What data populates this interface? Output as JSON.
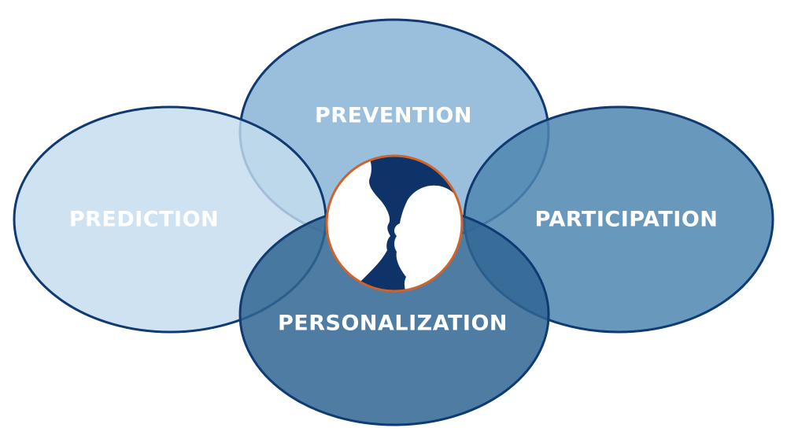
{
  "diagram": {
    "labels": {
      "prevention": "PREVENTION",
      "prediction": "PREDICTION",
      "participation": "PARTICIPATION",
      "personalization": "PERSONALIZATION"
    },
    "center_icon": "mother-and-baby-silhouette-icon",
    "colors": {
      "prediction_fill": "#c4dcee",
      "prevention_fill": "#93bcdb",
      "participation_fill": "#4f86b2",
      "personalization_fill": "#3a6f9a",
      "outline": "#0f3a72",
      "center_bg": "#0d3369",
      "center_ring": "#d0622b",
      "silhouette": "#ffffff"
    }
  }
}
